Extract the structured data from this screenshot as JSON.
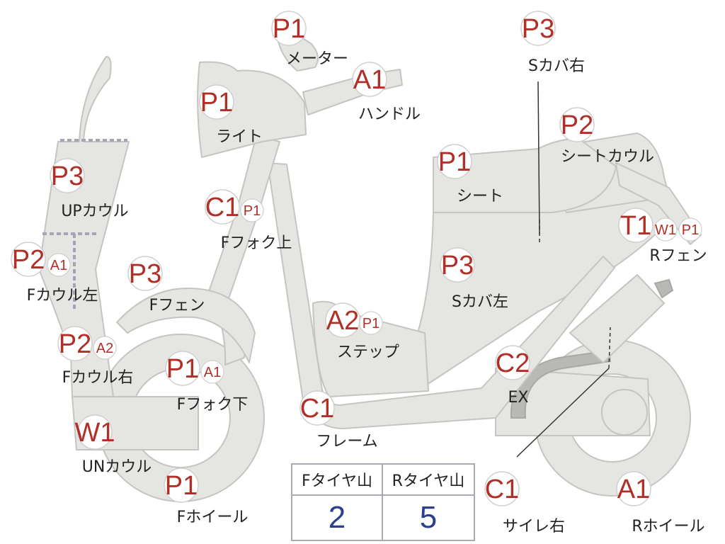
{
  "parts": [
    {
      "id": "meter",
      "codes": [
        "P1"
      ],
      "name": "メーター"
    },
    {
      "id": "handle",
      "codes": [
        "A1"
      ],
      "name": "ハンドル"
    },
    {
      "id": "light",
      "codes": [
        "P1"
      ],
      "name": "ライト"
    },
    {
      "id": "up-cowl",
      "codes": [
        "P3"
      ],
      "name": "UPカウル"
    },
    {
      "id": "f-cowl-left",
      "codes": [
        "P2",
        "A1"
      ],
      "name": "Fカウル左"
    },
    {
      "id": "f-cowl-right",
      "codes": [
        "P2",
        "A2"
      ],
      "name": "Fカウル右"
    },
    {
      "id": "un-cowl",
      "codes": [
        "W1"
      ],
      "name": "UNカウル"
    },
    {
      "id": "f-fender",
      "codes": [
        "P3"
      ],
      "name": "Fフェン"
    },
    {
      "id": "f-fork-upper",
      "codes": [
        "C1",
        "P1"
      ],
      "name": "Fフォク上"
    },
    {
      "id": "f-fork-lower",
      "codes": [
        "P1",
        "A1"
      ],
      "name": "Fフォク下"
    },
    {
      "id": "f-wheel",
      "codes": [
        "P1"
      ],
      "name": "Fホイール"
    },
    {
      "id": "step",
      "codes": [
        "A2",
        "P1"
      ],
      "name": "ステップ"
    },
    {
      "id": "frame",
      "codes": [
        "C1"
      ],
      "name": "フレーム"
    },
    {
      "id": "s-cover-left",
      "codes": [
        "P3"
      ],
      "name": "Sカバ左"
    },
    {
      "id": "s-cover-right",
      "codes": [
        "P3"
      ],
      "name": "Sカバ右"
    },
    {
      "id": "seat",
      "codes": [
        "P1"
      ],
      "name": "シート"
    },
    {
      "id": "seat-cowl",
      "codes": [
        "P2"
      ],
      "name": "シートカウル"
    },
    {
      "id": "r-fender",
      "codes": [
        "T1",
        "W1",
        "P1"
      ],
      "name": "Rフェン"
    },
    {
      "id": "exhaust",
      "codes": [
        "C2"
      ],
      "name": "EX"
    },
    {
      "id": "silencer-right",
      "codes": [
        "C1"
      ],
      "name": "サイレ右"
    },
    {
      "id": "r-wheel",
      "codes": [
        "A1"
      ],
      "name": "Rホイール"
    }
  ],
  "tire_table": {
    "headers": [
      "Fタイヤ山",
      "Rタイヤ山"
    ],
    "values": [
      "2",
      "5"
    ]
  },
  "colors": {
    "code": "#b03028",
    "value": "#2a3f8f",
    "part_fill": "#e5e5e2"
  }
}
